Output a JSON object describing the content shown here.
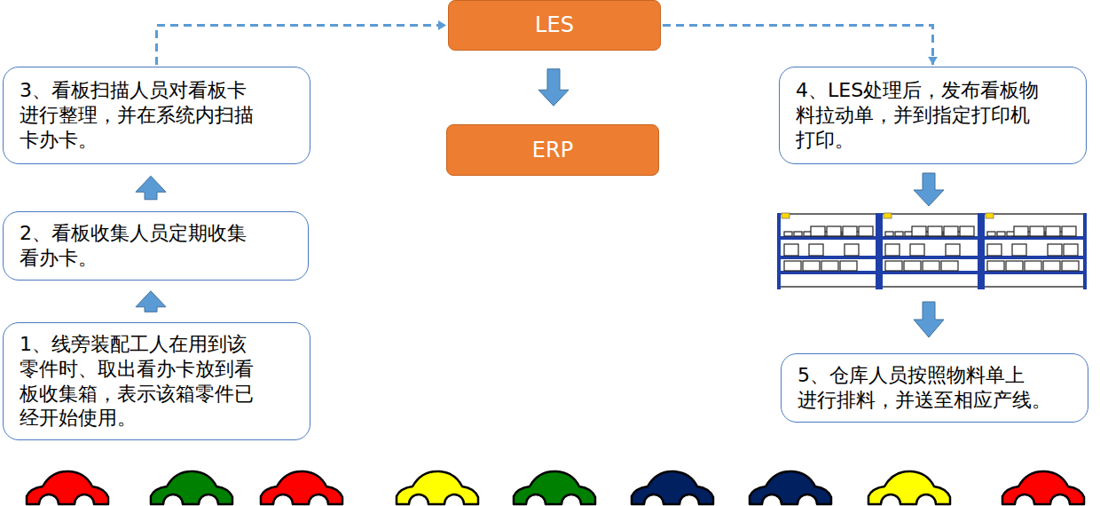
{
  "diagram": {
    "nodes": [
      {
        "text": [
          "LES"
        ]
      },
      {
        "text": [
          "ERP"
        ]
      },
      {
        "text": [
          "3、看板扫描人员对看板卡 进行整理，并在系统内扫描 卡办卡。"
        ]
      },
      {
        "text": [
          "4、LES处理后，发布看板物 料拉动单，并到指定打印机 打印。"
        ]
      },
      {
        "text": [
          "2、看板收集人员定期收集 看办卡。"
        ]
      },
      {
        "text": [
          "1、线旁装配工人在用到该 零件时、取出看办卡放到看 板收集箱，表示该箱零件已 经开始使用。"
        ]
      },
      {
        "text": [
          "5、仓库人员按照物料单上 进行排料，并送至相应产线。"
        ]
      }
    ],
    "edges": [
      {
        "from": 5,
        "to": 4,
        "arrow": "to"
      },
      {
        "from": 4,
        "to": 2,
        "arrow": "to"
      },
      {
        "from": 2,
        "to": 0,
        "arrow": "to"
      },
      {
        "from": 0,
        "to": 1,
        "arrow": "to"
      },
      {
        "from": 0,
        "to": 3,
        "arrow": "to"
      }
    ]
  }
}
